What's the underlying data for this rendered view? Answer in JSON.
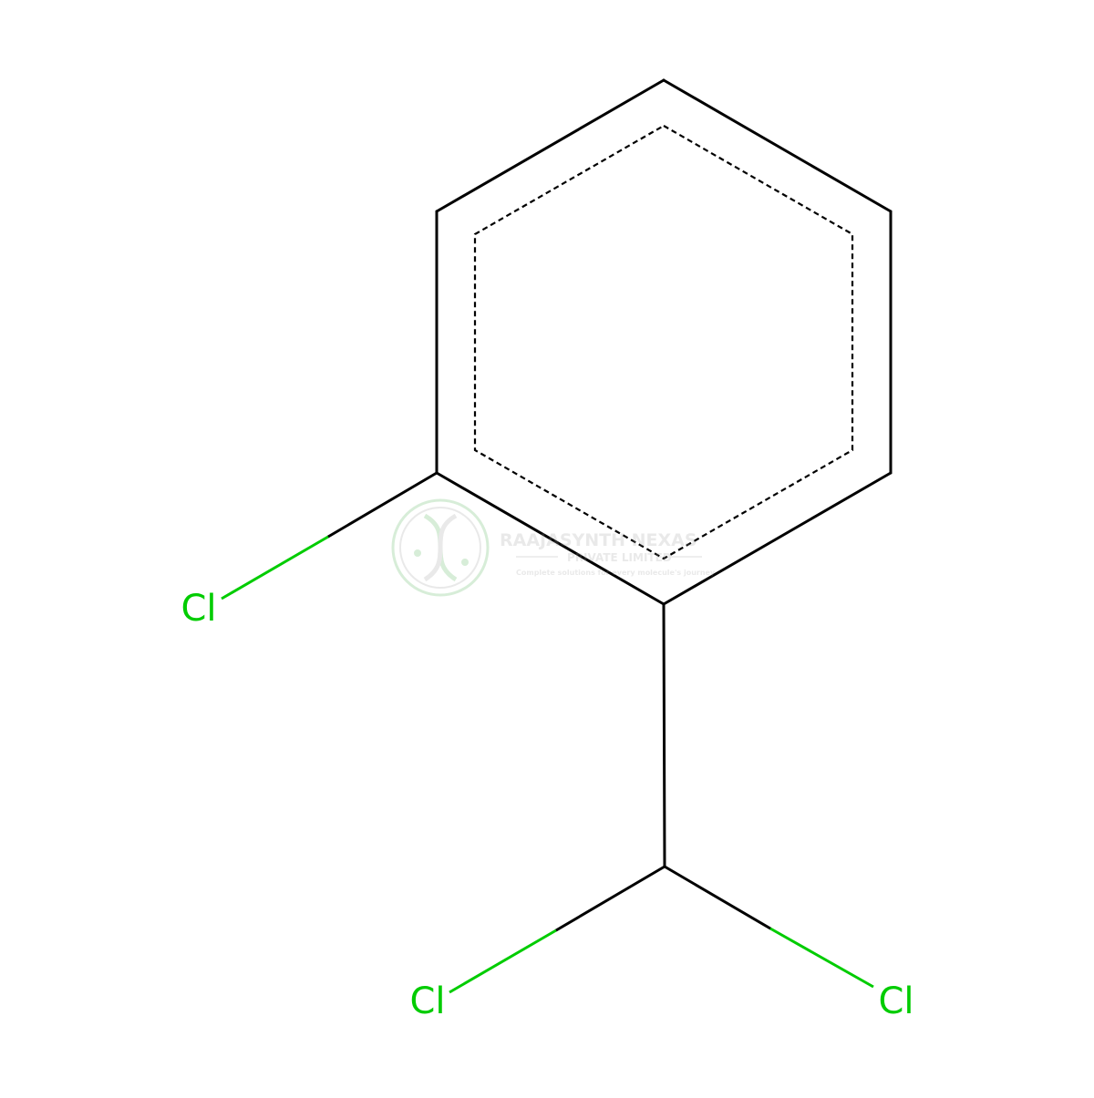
{
  "molecule": {
    "atoms": [
      {
        "id": "a1",
        "label": "Cl",
        "color": "#00cc00"
      },
      {
        "id": "a2",
        "label": "Cl",
        "color": "#00cc00"
      },
      {
        "id": "a3",
        "label": "Cl",
        "color": "#00cc00"
      }
    ],
    "bond_color": "#000000",
    "aromatic_ring": true
  },
  "watermark": {
    "name": "RAAJASYNTH NEXAS",
    "subtitle": "PRIVATE LIMITED",
    "tagline": "Complete solutions for every molecule's journey",
    "color": "#4caf50"
  }
}
